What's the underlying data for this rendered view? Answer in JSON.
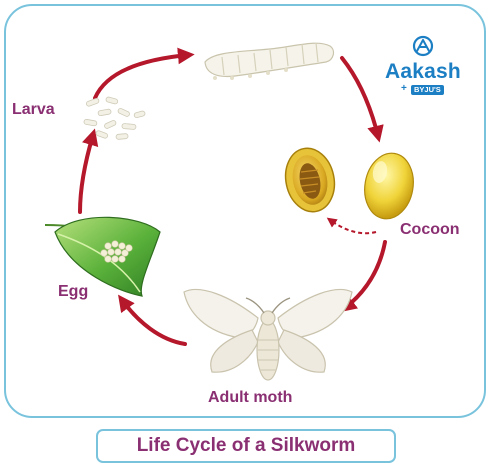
{
  "title": "Life Cycle of a Silkworm",
  "stages": {
    "larva": "Larva",
    "cocoon": "Cocoon",
    "egg": "Egg",
    "adult": "Adult moth"
  },
  "logo": {
    "name": "Aakash",
    "partner": "BYJU'S",
    "plus": "+"
  },
  "colors": {
    "arrow": "#b5172b",
    "label": "#8a2f72",
    "border": "#79c3dd",
    "brand": "#1c7fc4"
  },
  "icons": [
    "larvae-icon",
    "silkworm-icon",
    "cocoon-icon",
    "pupa-icon",
    "leaf-eggs-icon",
    "moth-icon",
    "aakash-logo-icon"
  ]
}
